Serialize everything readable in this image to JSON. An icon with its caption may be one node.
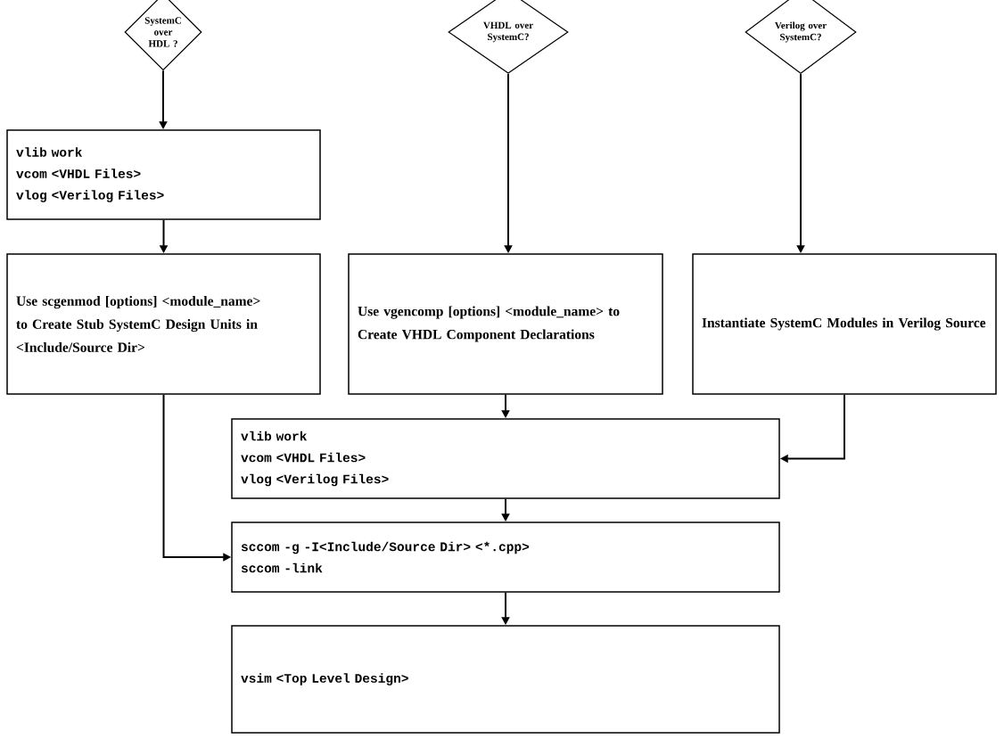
{
  "diagram": {
    "nodes": [
      {
        "text": [
          "SystemC over HDL ?"
        ]
      },
      {
        "text": [
          "VHDL over SystemC?"
        ]
      },
      {
        "text": [
          "Verilog over SystemC?"
        ]
      },
      {
        "text": [
          "vlib work",
          "vcom <VHDL Files>",
          "vlog <Verilog Files>"
        ]
      },
      {
        "text": [
          "Use scgenmod [options] <module_name> to Create Stub SystemC Design Units in <Include/Source Dir>"
        ]
      },
      {
        "text": [
          "Use vgencomp [options] <module_name> to Create VHDL Component Declarations"
        ]
      },
      {
        "text": [
          "Instantiate SystemC Modules in Verilog Source"
        ]
      },
      {
        "text": [
          "vlib work",
          "vcom <VHDL Files>",
          "vlog <Verilog Files>"
        ]
      },
      {
        "text": [
          "sccom -g -I<Include/Source Dir> <*.cpp>",
          "sccom -link"
        ]
      },
      {
        "text": [
          "vsim <Top Level Design>"
        ]
      }
    ],
    "edges": [
      {
        "from": 0,
        "to": 3,
        "arrow": "to"
      },
      {
        "from": 3,
        "to": 4,
        "arrow": "to"
      },
      {
        "from": 1,
        "to": 5,
        "arrow": "to"
      },
      {
        "from": 2,
        "to": 6,
        "arrow": "to"
      },
      {
        "from": 5,
        "to": 7,
        "arrow": "to"
      },
      {
        "from": 6,
        "to": 7,
        "arrow": "to"
      },
      {
        "from": 4,
        "to": 8,
        "arrow": "to"
      },
      {
        "from": 7,
        "to": 8,
        "arrow": "to"
      },
      {
        "from": 8,
        "to": 9,
        "arrow": "to"
      }
    ]
  }
}
